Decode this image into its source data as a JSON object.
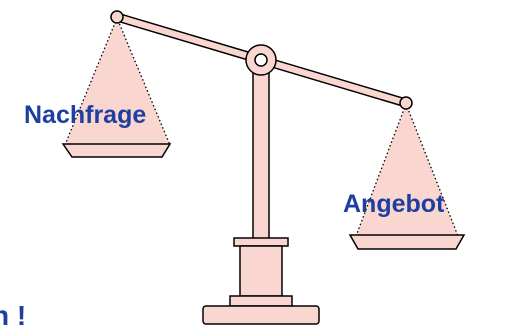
{
  "labels": {
    "demand": "Nachfrage",
    "supply": "Angebot",
    "cut_text": "n !"
  },
  "colors": {
    "pan_fill": "#f9d6d0",
    "base_fill": "#f9d6d0",
    "outline": "#000000",
    "label_text": "#1f3fa0"
  },
  "icons": {
    "scale": "balance-scale-icon"
  }
}
